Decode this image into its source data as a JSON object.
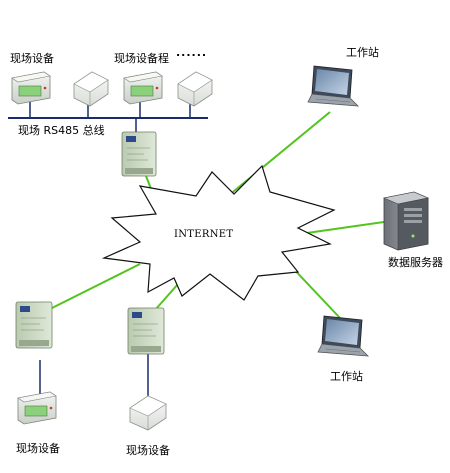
{
  "labels": {
    "field_device_top_left": "现场设备",
    "field_device_top_mid": "现场设备程",
    "ellipsis": "......",
    "bus": "现场 RS485 总线",
    "workstation_top": "工作站",
    "db_server": "数据服务器",
    "workstation_bottom": "工作站",
    "field_device_bottom_left": "现场设备",
    "field_device_bottom_mid": "现场设备",
    "internet": "INTERNET"
  },
  "colors": {
    "link_green": "#52c41f",
    "bus_navy": "#1a2a6b",
    "device_body": "#d9ded8",
    "screen_green": "#8bd07a",
    "converter_body": "#c6d6ba",
    "laptop_dark": "#3c4a5c",
    "server_gray": "#8a8e93"
  }
}
